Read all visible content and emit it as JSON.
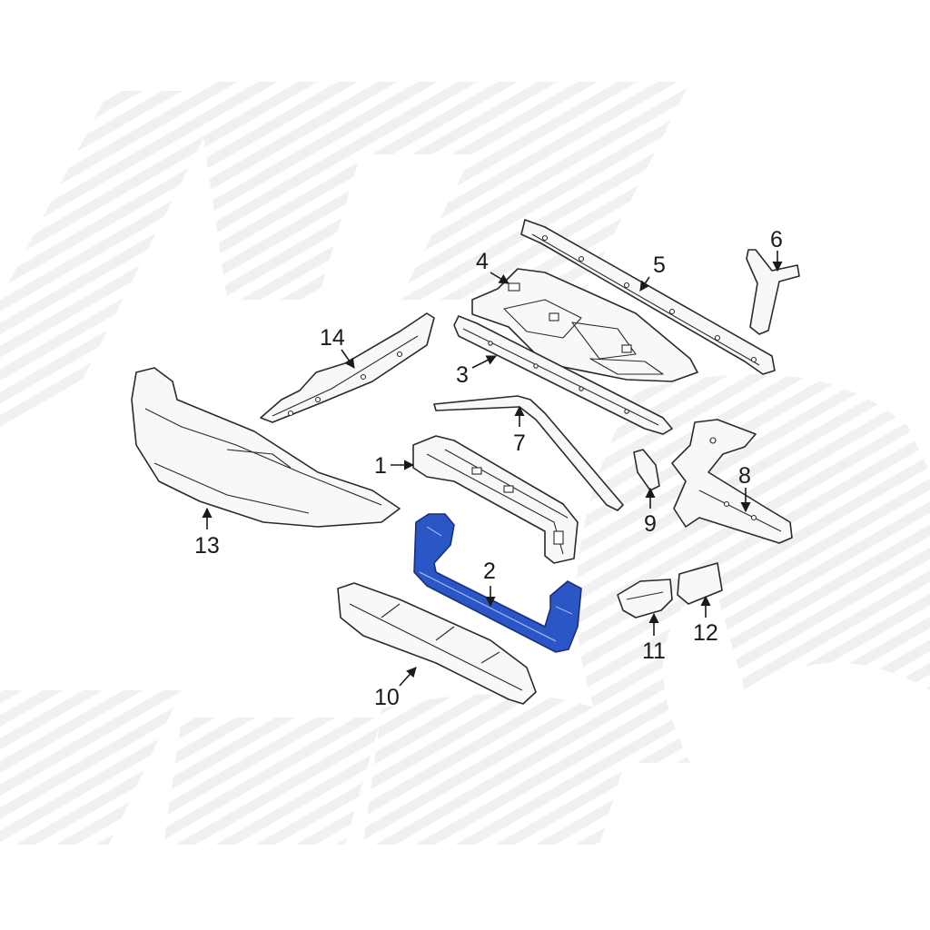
{
  "diagram": {
    "highlight_color": "#2a56c6",
    "line_color": "#2a2a2a",
    "watermark_color": "#efefef",
    "callouts": [
      {
        "id": "1",
        "label": "1"
      },
      {
        "id": "2",
        "label": "2",
        "highlighted": true
      },
      {
        "id": "3",
        "label": "3"
      },
      {
        "id": "4",
        "label": "4"
      },
      {
        "id": "5",
        "label": "5"
      },
      {
        "id": "6",
        "label": "6"
      },
      {
        "id": "7",
        "label": "7"
      },
      {
        "id": "8",
        "label": "8"
      },
      {
        "id": "9",
        "label": "9"
      },
      {
        "id": "10",
        "label": "10"
      },
      {
        "id": "11",
        "label": "11"
      },
      {
        "id": "12",
        "label": "12"
      },
      {
        "id": "13",
        "label": "13"
      },
      {
        "id": "14",
        "label": "14"
      }
    ]
  }
}
